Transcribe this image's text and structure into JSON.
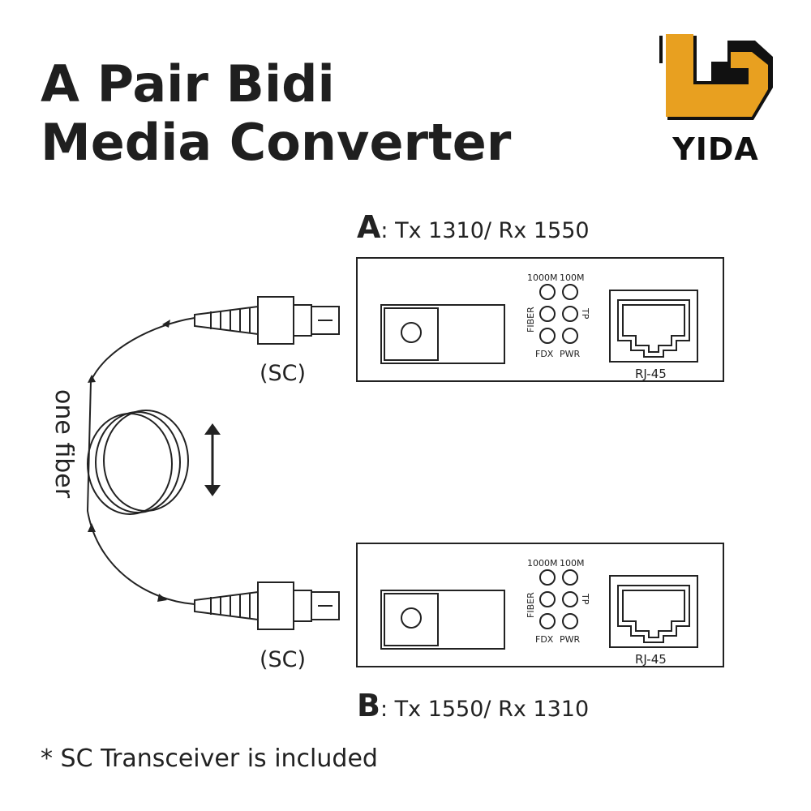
{
  "title": {
    "line1": "A Pair Bidi",
    "line2": "Media Converter"
  },
  "logo": {
    "text": "YIDA",
    "color_orange": "#E8A020",
    "color_dark": "#111111"
  },
  "units": [
    {
      "letter": "A",
      "spec": ": Tx 1310/ Rx 1550",
      "led_labels": {
        "top_left": "1000M",
        "top_right": "100M",
        "left": "FIBER",
        "right": "TP",
        "bottom_left": "FDX",
        "bottom_right": "PWR"
      },
      "port_label": "RJ-45",
      "connector_label": "(SC)"
    },
    {
      "letter": "B",
      "spec": ": Tx 1550/ Rx 1310",
      "led_labels": {
        "top_left": "1000M",
        "top_right": "100M",
        "left": "FIBER",
        "right": "TP",
        "bottom_left": "FDX",
        "bottom_right": "PWR"
      },
      "port_label": "RJ-45",
      "connector_label": "(SC)"
    }
  ],
  "fiber_label": "one fiber",
  "footnote": "* SC Transceiver is included"
}
